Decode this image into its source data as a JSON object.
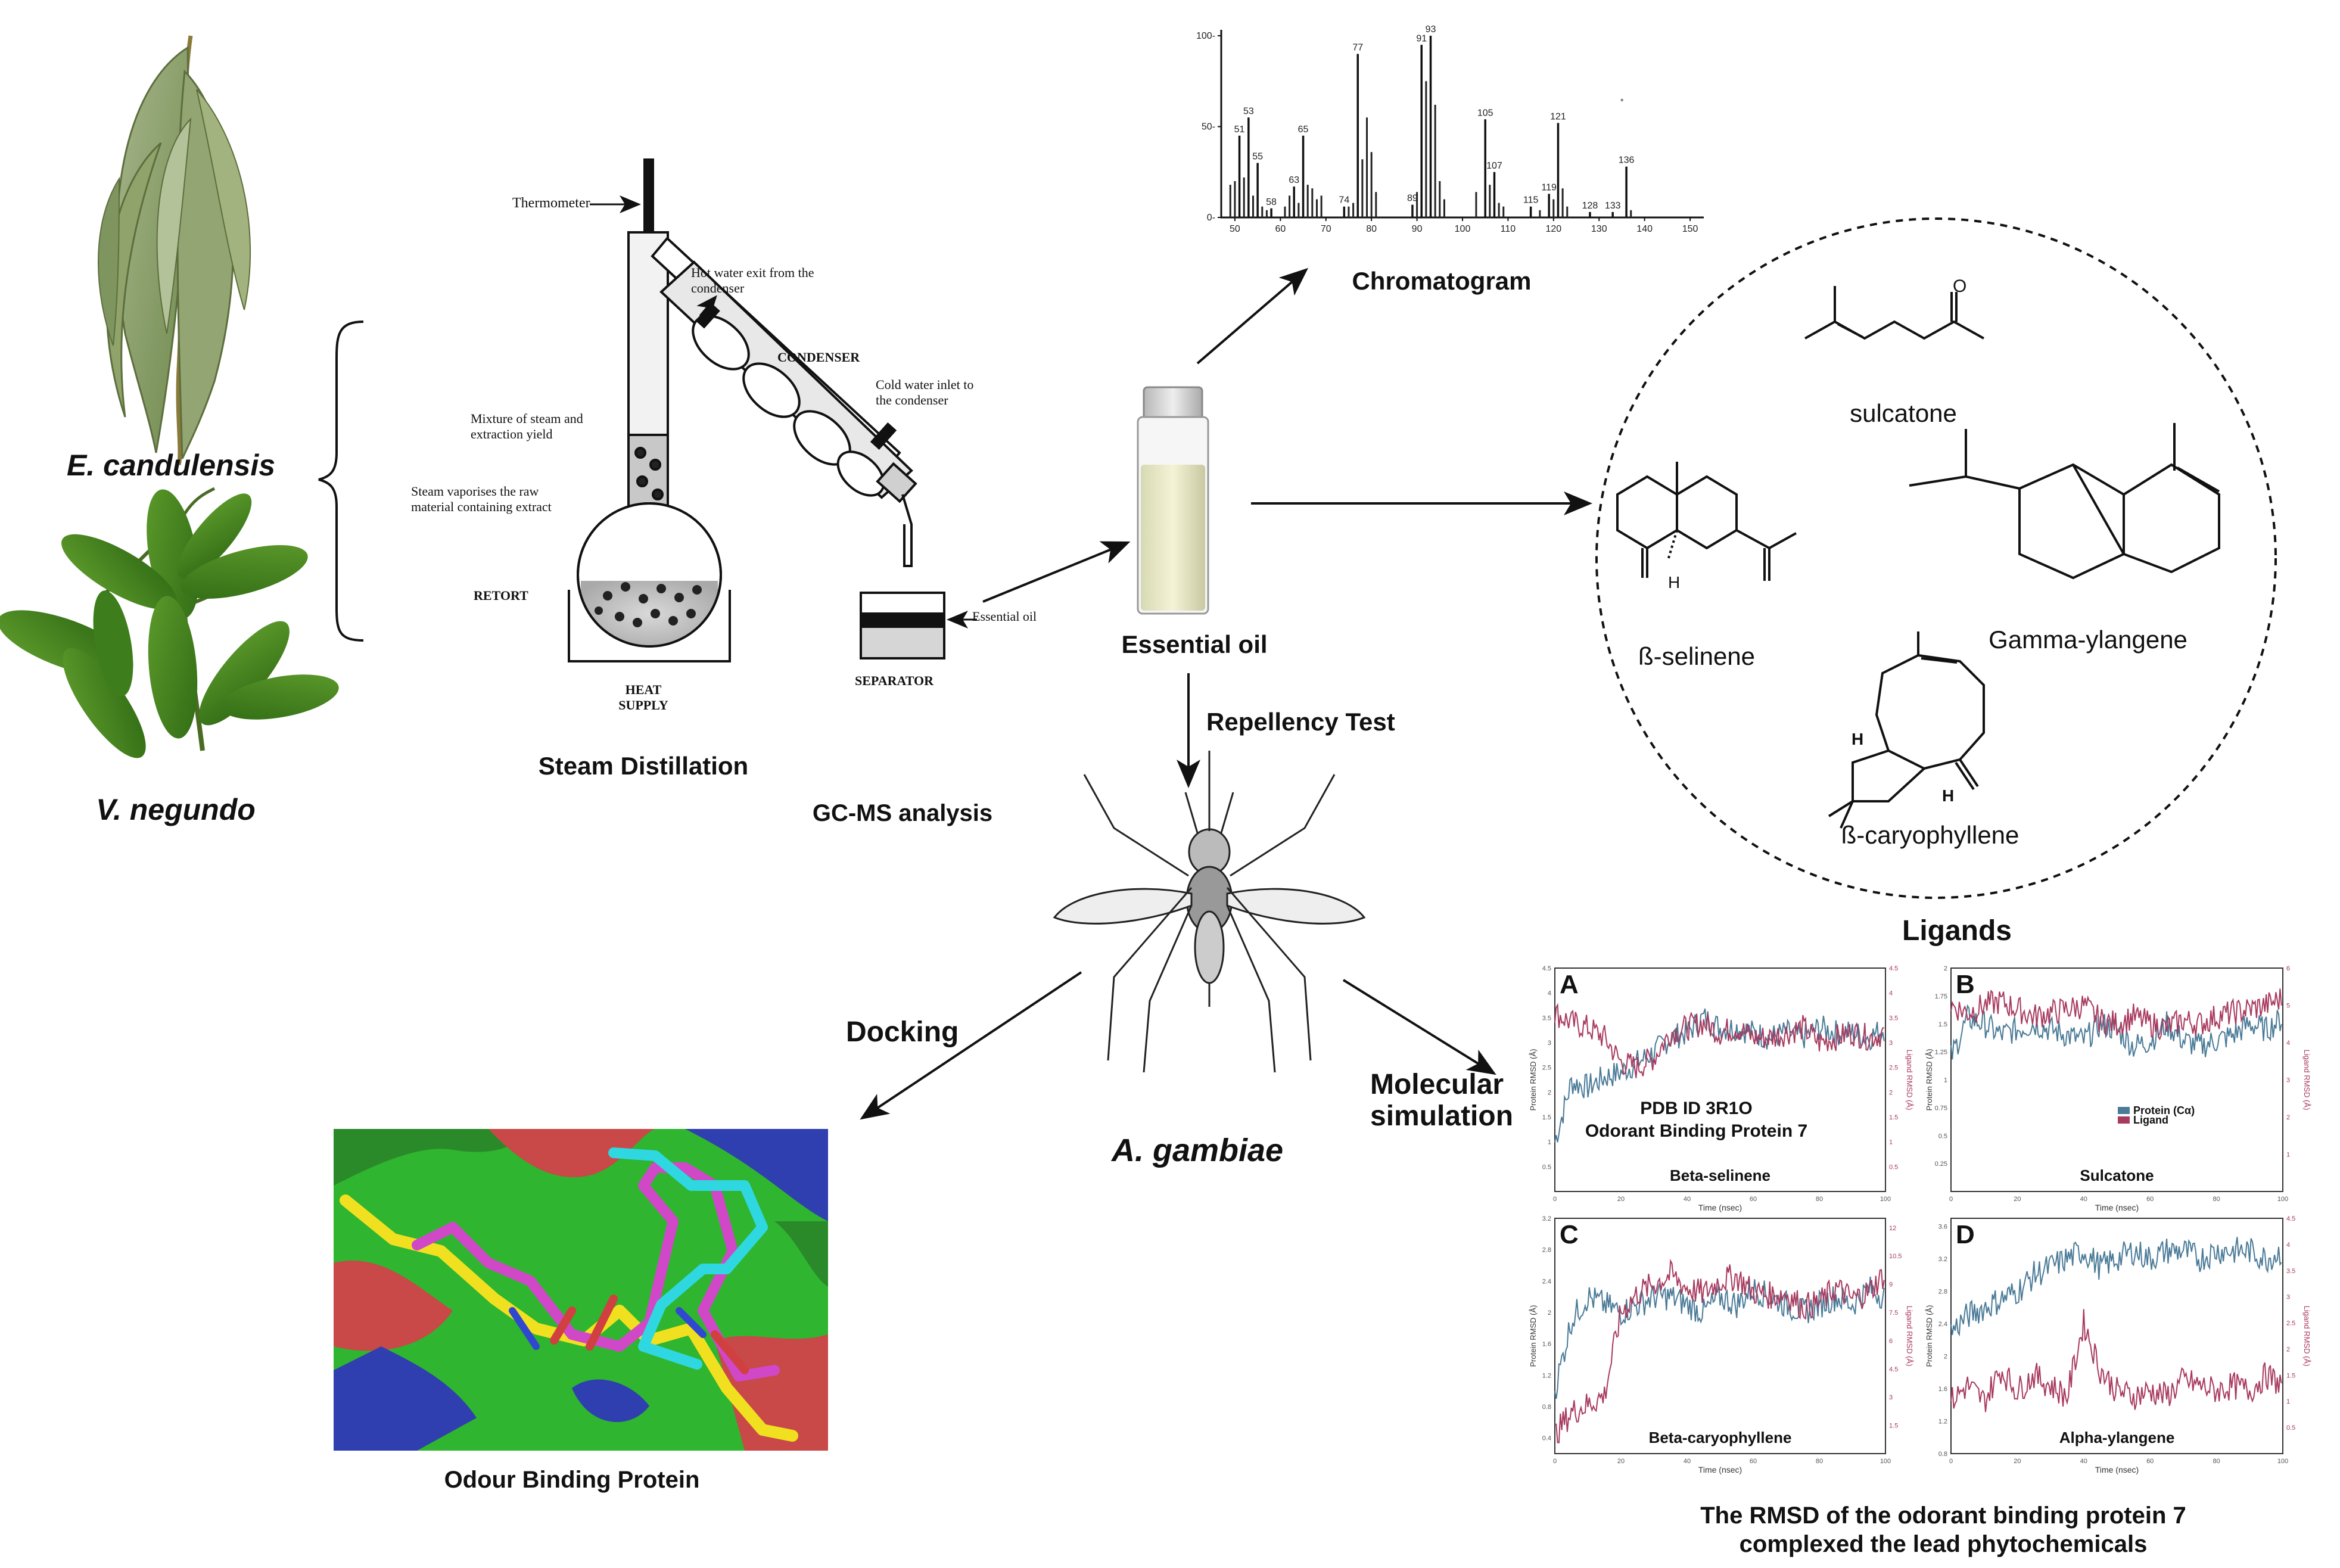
{
  "plants": {
    "eucalyptus_name": "E. candulensis",
    "vitex_name": "V. negundo"
  },
  "distillation": {
    "thermometer": "Thermometer",
    "hot_water": "Hot water exit from the condenser",
    "condenser": "CONDENSER",
    "cold_water": "Cold water inlet to the condenser",
    "mixture": "Mixture of steam and extraction yield",
    "steam": "Steam vaporises the raw material containing extract",
    "retort": "RETORT",
    "heat": "HEAT SUPPLY",
    "separator": "SEPARATOR",
    "essential_oil_arrow": "Essential  oil",
    "caption": "Steam Distillation"
  },
  "gcms_caption": "GC-MS analysis",
  "essential_oil_caption": "Essential oil",
  "repellency_caption": "Repellency Test",
  "chromatogram": {
    "caption": "Chromatogram",
    "chart_data": {
      "type": "bar",
      "x_ticks": [
        50,
        60,
        70,
        80,
        90,
        100,
        110,
        120,
        130,
        140,
        150
      ],
      "y_ticks": [
        0,
        50,
        100
      ],
      "peak_labels": [
        {
          "mz": 51,
          "label": "51",
          "value": 45
        },
        {
          "mz": 53,
          "label": "53",
          "value": 55
        },
        {
          "mz": 55,
          "label": "55",
          "value": 30
        },
        {
          "mz": 58,
          "label": "58",
          "value": 5
        },
        {
          "mz": 63,
          "label": "63",
          "value": 17
        },
        {
          "mz": 65,
          "label": "65",
          "value": 45
        },
        {
          "mz": 74,
          "label": "74",
          "value": 6
        },
        {
          "mz": 77,
          "label": "77",
          "value": 90
        },
        {
          "mz": 89,
          "label": "89",
          "value": 7
        },
        {
          "mz": 91,
          "label": "91",
          "value": 95
        },
        {
          "mz": 93,
          "label": "93",
          "value": 100
        },
        {
          "mz": 105,
          "label": "105",
          "value": 54
        },
        {
          "mz": 107,
          "label": "107",
          "value": 25
        },
        {
          "mz": 115,
          "label": "115",
          "value": 6
        },
        {
          "mz": 119,
          "label": "119",
          "value": 13
        },
        {
          "mz": 121,
          "label": "121",
          "value": 52
        },
        {
          "mz": 128,
          "label": "128",
          "value": 3
        },
        {
          "mz": 133,
          "label": "133",
          "value": 3
        },
        {
          "mz": 136,
          "label": "136",
          "value": 28
        }
      ],
      "minor_peaks": [
        [
          49,
          18
        ],
        [
          50,
          20
        ],
        [
          52,
          22
        ],
        [
          54,
          12
        ],
        [
          56,
          6
        ],
        [
          57,
          4
        ],
        [
          61,
          6
        ],
        [
          62,
          12
        ],
        [
          64,
          8
        ],
        [
          66,
          18
        ],
        [
          67,
          16
        ],
        [
          68,
          10
        ],
        [
          69,
          12
        ],
        [
          75,
          6
        ],
        [
          76,
          8
        ],
        [
          78,
          32
        ],
        [
          79,
          55
        ],
        [
          80,
          36
        ],
        [
          81,
          14
        ],
        [
          90,
          14
        ],
        [
          92,
          75
        ],
        [
          94,
          62
        ],
        [
          95,
          20
        ],
        [
          96,
          10
        ],
        [
          103,
          14
        ],
        [
          106,
          18
        ],
        [
          108,
          8
        ],
        [
          109,
          6
        ],
        [
          117,
          4
        ],
        [
          120,
          10
        ],
        [
          122,
          16
        ],
        [
          123,
          6
        ],
        [
          137,
          4
        ]
      ],
      "xlim": [
        47,
        153
      ],
      "ylim": [
        0,
        100
      ]
    }
  },
  "compounds": {
    "sulcatone": "sulcatone",
    "selinene": "ß-selinene",
    "ylangene": "Gamma-ylangene",
    "caryophyllene": "ß-caryophyllene",
    "atom_o": "O",
    "atom_h": "H"
  },
  "mosquito_caption": "A. gambiae",
  "docking_caption": "Docking",
  "odour_caption": "Odour Binding Protein",
  "molecular_caption_1": "Molecular",
  "molecular_caption_2": "simulation",
  "ligands_caption": "Ligands",
  "rmsd_caption_1": "The RMSD of the odorant binding protein 7",
  "rmsd_caption_2": "complexed  the lead phytochemicals",
  "rmsd_panels": {
    "common": {
      "xlabel": "Time (nsec)",
      "ylabel_left": "Protein RMSD (Å)",
      "ylabel_right": "Ligand RMSD (Å)",
      "x_ticks": [
        0,
        20,
        40,
        60,
        80,
        100
      ]
    },
    "A": {
      "letter": "A",
      "name": "Beta-selinene",
      "note1": "PDB ID  3R1O",
      "note2": "Odorant Binding Protein 7",
      "chart_data": {
        "type": "line",
        "xlim": [
          0,
          100
        ],
        "ylim_left": [
          0,
          4.5
        ],
        "ylim_right": [
          0,
          4.5
        ],
        "y_ticks_left": [
          0.5,
          1.0,
          1.5,
          2.0,
          2.5,
          3.0,
          3.5,
          4.0,
          4.5
        ],
        "y_ticks_right": [
          0.5,
          1.0,
          1.5,
          2.0,
          2.5,
          3.0,
          3.5,
          4.0,
          4.5
        ],
        "series": [
          {
            "name": "Protein",
            "color": "#4a7a97",
            "x": [
              0,
              5,
              10,
              15,
              20,
              25,
              30,
              35,
              40,
              45,
              50,
              55,
              60,
              65,
              70,
              75,
              80,
              85,
              90,
              95,
              100
            ],
            "y": [
              1.0,
              2.2,
              2.1,
              2.3,
              2.4,
              2.6,
              2.8,
              3.1,
              3.2,
              3.5,
              3.3,
              3.3,
              3.2,
              3.1,
              3.2,
              3.1,
              3.3,
              3.2,
              3.2,
              3.1,
              3.3
            ]
          },
          {
            "name": "Ligand",
            "color": "#a83a5e",
            "x": [
              0,
              5,
              10,
              15,
              20,
              25,
              30,
              35,
              40,
              45,
              50,
              55,
              60,
              65,
              70,
              75,
              80,
              85,
              90,
              95,
              100
            ],
            "y": [
              3.6,
              3.4,
              3.3,
              3.1,
              2.6,
              2.5,
              2.7,
              3.2,
              3.3,
              3.4,
              3.2,
              3.3,
              3.1,
              3.1,
              3.2,
              3.3,
              3.0,
              3.1,
              3.2,
              3.1,
              3.2
            ]
          }
        ]
      }
    },
    "B": {
      "letter": "B",
      "name": "Sulcatone",
      "legend_protein": "Protein (Cα)",
      "legend_ligand": "Ligand",
      "chart_data": {
        "type": "line",
        "xlim": [
          0,
          100
        ],
        "ylim_left": [
          0,
          2.0
        ],
        "ylim_right": [
          0,
          6
        ],
        "y_ticks_left": [
          0.25,
          0.5,
          0.75,
          1.0,
          1.25,
          1.5,
          1.75,
          2.0
        ],
        "y_ticks_right": [
          1,
          2,
          3,
          4,
          5,
          6
        ],
        "series": [
          {
            "name": "Protein (Cα)",
            "color": "#4a7a97",
            "x": [
              0,
              5,
              10,
              15,
              20,
              25,
              30,
              35,
              40,
              45,
              50,
              55,
              60,
              65,
              70,
              75,
              80,
              85,
              90,
              95,
              100
            ],
            "y": [
              1.2,
              1.55,
              1.5,
              1.4,
              1.45,
              1.5,
              1.45,
              1.4,
              1.35,
              1.5,
              1.45,
              1.3,
              1.35,
              1.5,
              1.35,
              1.3,
              1.35,
              1.4,
              1.5,
              1.45,
              1.55
            ]
          },
          {
            "name": "Ligand",
            "color": "#a83a5e",
            "x": [
              0,
              5,
              10,
              15,
              20,
              25,
              30,
              35,
              40,
              45,
              50,
              55,
              60,
              65,
              70,
              75,
              80,
              85,
              90,
              95,
              100
            ],
            "y": [
              5.0,
              4.8,
              5.0,
              5.1,
              4.9,
              4.7,
              4.8,
              4.9,
              5.0,
              4.6,
              4.5,
              4.7,
              4.5,
              4.4,
              4.6,
              4.5,
              4.7,
              4.8,
              4.9,
              5.0,
              5.2
            ]
          }
        ]
      }
    },
    "C": {
      "letter": "C",
      "name": "Beta-caryophyllene",
      "chart_data": {
        "type": "line",
        "xlim": [
          0,
          100
        ],
        "ylim_left": [
          0.2,
          3.2
        ],
        "ylim_right": [
          0,
          12.5
        ],
        "y_ticks_left": [
          0.4,
          0.8,
          1.2,
          1.6,
          2.0,
          2.4,
          2.8,
          3.2
        ],
        "y_ticks_right": [
          1.5,
          3.0,
          4.5,
          6.0,
          7.5,
          9.0,
          10.5,
          12.0
        ],
        "series": [
          {
            "name": "Protein",
            "color": "#4a7a97",
            "x": [
              0,
              5,
              10,
              15,
              20,
              25,
              30,
              35,
              40,
              45,
              50,
              55,
              60,
              65,
              70,
              75,
              80,
              85,
              90,
              95,
              100
            ],
            "y": [
              1.0,
              1.9,
              2.2,
              2.1,
              2.0,
              2.1,
              2.2,
              2.2,
              2.1,
              2.0,
              2.2,
              2.1,
              2.3,
              2.2,
              2.1,
              2.0,
              2.1,
              2.2,
              2.1,
              2.3,
              2.2
            ]
          },
          {
            "name": "Ligand",
            "color": "#a83a5e",
            "x": [
              0,
              5,
              10,
              15,
              20,
              25,
              30,
              35,
              40,
              45,
              50,
              55,
              60,
              65,
              70,
              75,
              80,
              85,
              90,
              95,
              100
            ],
            "y": [
              1.0,
              2.2,
              2.6,
              3.1,
              7.5,
              8.5,
              9.0,
              9.5,
              8.8,
              8.5,
              9.2,
              9.4,
              8.6,
              8.4,
              8.5,
              7.8,
              8.0,
              8.8,
              8.2,
              8.6,
              9.6
            ]
          }
        ]
      }
    },
    "D": {
      "letter": "D",
      "name": "Alpha-ylangene",
      "chart_data": {
        "type": "line",
        "xlim": [
          0,
          100
        ],
        "ylim_left": [
          0.8,
          3.7
        ],
        "ylim_right": [
          0,
          4.5
        ],
        "y_ticks_left": [
          0.8,
          1.2,
          1.6,
          2.0,
          2.4,
          2.8,
          3.2,
          3.6
        ],
        "y_ticks_right": [
          0.5,
          1.0,
          1.5,
          2.0,
          2.5,
          3.0,
          3.5,
          4.0,
          4.5
        ],
        "series": [
          {
            "name": "Protein",
            "color": "#4a7a97",
            "x": [
              0,
              5,
              10,
              15,
              20,
              25,
              30,
              35,
              40,
              45,
              50,
              55,
              60,
              65,
              70,
              75,
              80,
              85,
              90,
              95,
              100
            ],
            "y": [
              2.3,
              2.5,
              2.6,
              2.7,
              2.8,
              3.0,
              3.1,
              3.2,
              3.3,
              3.1,
              3.2,
              3.3,
              3.2,
              3.3,
              3.3,
              3.2,
              3.3,
              3.3,
              3.3,
              3.2,
              3.3
            ]
          },
          {
            "name": "Ligand",
            "color": "#a83a5e",
            "x": [
              0,
              5,
              10,
              15,
              20,
              25,
              30,
              35,
              40,
              45,
              50,
              55,
              60,
              65,
              70,
              75,
              80,
              85,
              90,
              95,
              100
            ],
            "y": [
              1.0,
              1.3,
              1.0,
              1.6,
              1.2,
              1.5,
              1.3,
              1.1,
              2.5,
              1.6,
              1.2,
              1.1,
              1.2,
              1.1,
              1.4,
              1.3,
              1.2,
              1.3,
              1.2,
              1.5,
              1.3
            ]
          }
        ]
      }
    }
  }
}
